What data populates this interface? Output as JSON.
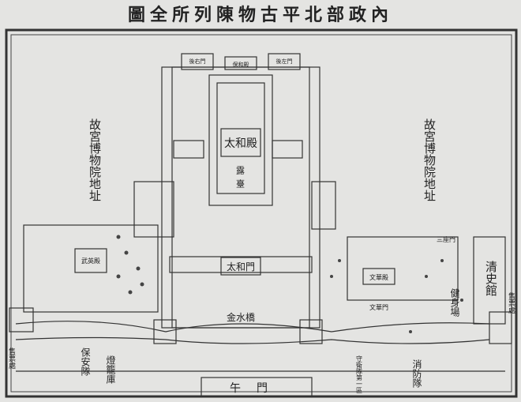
{
  "title": "內政部北平古物陳列所全圖",
  "colors": {
    "paper": "#e4e4e2",
    "ink": "#2a2a2a"
  },
  "labels": {
    "museum_left": "故宮博物院地址",
    "museum_right": "故宮博物院地址",
    "taihe_hall": "太和殿",
    "terrace": "露臺",
    "taihe_gate": "太和門",
    "jinshui_bridge": "金水橋",
    "wu_gate": "午門",
    "baohe_hall": "保和殿",
    "rear_right_gate": "後右門",
    "rear_left_gate": "後左門",
    "wuying_hall": "武英殿",
    "wenhua_hall": "文華殿",
    "wenhua_gate": "文華門",
    "security_team": "保安隊",
    "lantern_storehouse": "燈籠庫",
    "fire_brigade": "消防隊",
    "qing_history_office": "清史館",
    "gym_field": "健身場",
    "three_gates": "三座門",
    "ticket_office_left": "售票處",
    "ticket_office_right": "售票處",
    "guard_office": "守衛隊第一區"
  }
}
